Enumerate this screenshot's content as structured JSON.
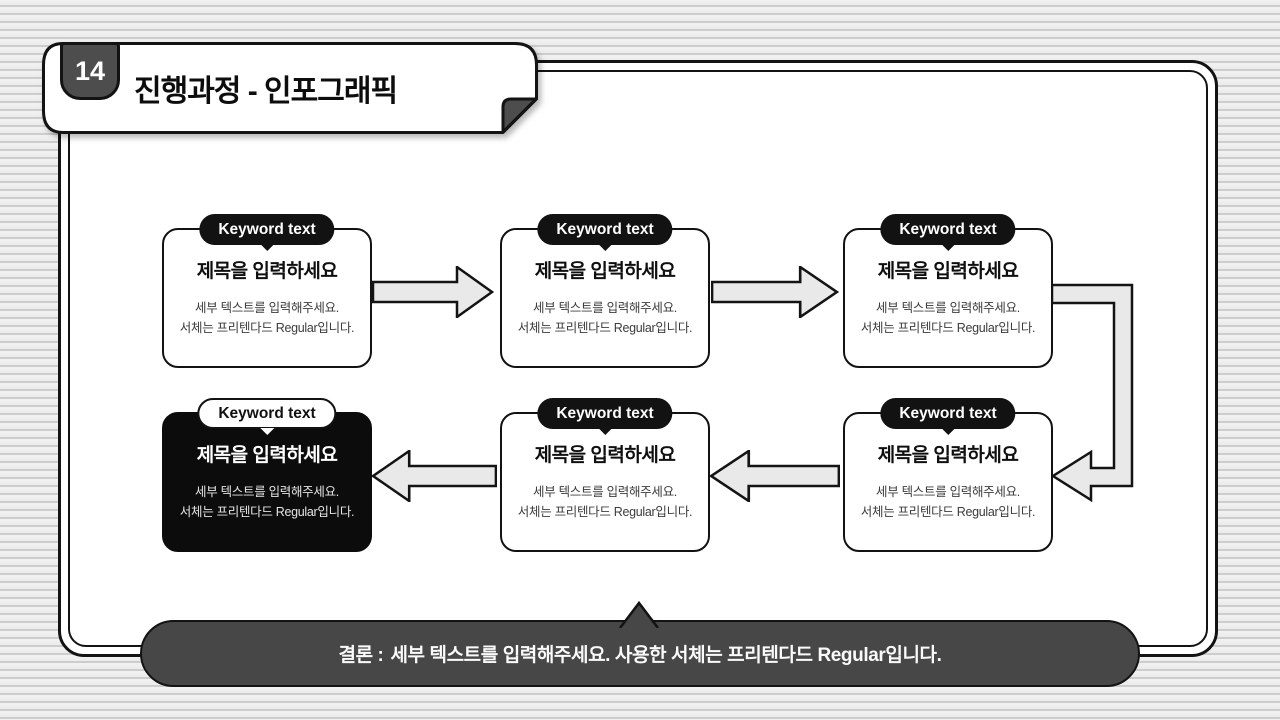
{
  "slide": {
    "page_number": "14",
    "title": "진행과정 - 인포그래픽"
  },
  "nodes": [
    {
      "keyword": "Keyword text",
      "title": "제목을 입력하세요",
      "detail_line1": "세부 텍스트를 입력해주세요.",
      "detail_line2": "서체는 프리텐다드 Regular입니다.",
      "variant": "light"
    },
    {
      "keyword": "Keyword text",
      "title": "제목을 입력하세요",
      "detail_line1": "세부 텍스트를 입력해주세요.",
      "detail_line2": "서체는 프리텐다드 Regular입니다.",
      "variant": "light"
    },
    {
      "keyword": "Keyword text",
      "title": "제목을 입력하세요",
      "detail_line1": "세부 텍스트를 입력해주세요.",
      "detail_line2": "서체는 프리텐다드 Regular입니다.",
      "variant": "light"
    },
    {
      "keyword": "Keyword text",
      "title": "제목을 입력하세요",
      "detail_line1": "세부 텍스트를 입력해주세요.",
      "detail_line2": "서체는 프리텐다드 Regular입니다.",
      "variant": "dark"
    },
    {
      "keyword": "Keyword text",
      "title": "제목을 입력하세요",
      "detail_line1": "세부 텍스트를 입력해주세요.",
      "detail_line2": "서체는 프리텐다드 Regular입니다.",
      "variant": "light"
    },
    {
      "keyword": "Keyword text",
      "title": "제목을 입력하세요",
      "detail_line1": "세부 텍스트를 입력해주세요.",
      "detail_line2": "서체는 프리텐다드 Regular입니다.",
      "variant": "light"
    }
  ],
  "conclusion": {
    "prefix": "결론 :",
    "body": "세부 텍스트를 입력해주세요. 사용한 서체는 프리텐다드 Regular입니다."
  },
  "colors": {
    "dark_gray": "#474747",
    "ink": "#131313",
    "arrow_fill": "#e9e9e9",
    "dark_node_bg": "#0c0c0c"
  }
}
